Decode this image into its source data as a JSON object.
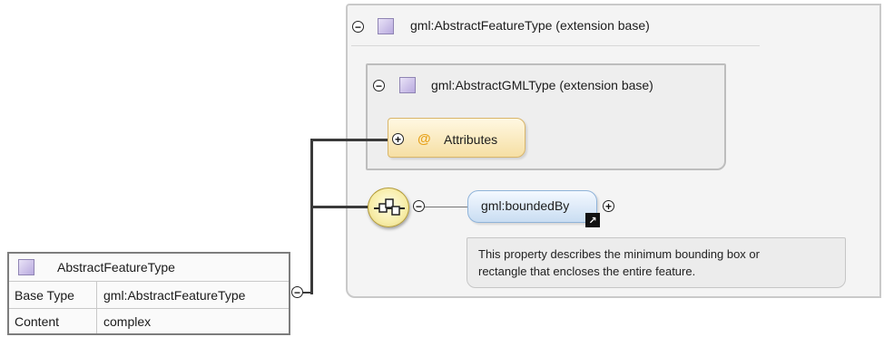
{
  "outer_extension": {
    "label": "gml:AbstractFeatureType (extension base)"
  },
  "inner_extension": {
    "label": "gml:AbstractGMLType (extension base)"
  },
  "attributes_node": {
    "label": "Attributes",
    "at_symbol": "@"
  },
  "element": {
    "label": "gml:boundedBy"
  },
  "annotation": {
    "line1": "This property describes the minimum bounding box or",
    "line2": "rectangle that encloses the entire feature."
  },
  "type_properties": {
    "title": "AbstractFeatureType",
    "rows": [
      {
        "key": "Base Type",
        "value": "gml:AbstractFeatureType"
      },
      {
        "key": "Content",
        "value": "complex"
      }
    ]
  },
  "icons": {
    "collapse": "minus-circle-icon",
    "expand": "plus-circle-icon",
    "type": "complex-type-icon",
    "sequence": "sequence-compositor-icon",
    "reference": "reference-arrow-icon"
  },
  "colors": {
    "type_icon": "#b8a9de",
    "attributes_fill": "#f6dfa4",
    "element_fill": "#c9ddf2",
    "sequence_fill": "#f7eda8"
  }
}
